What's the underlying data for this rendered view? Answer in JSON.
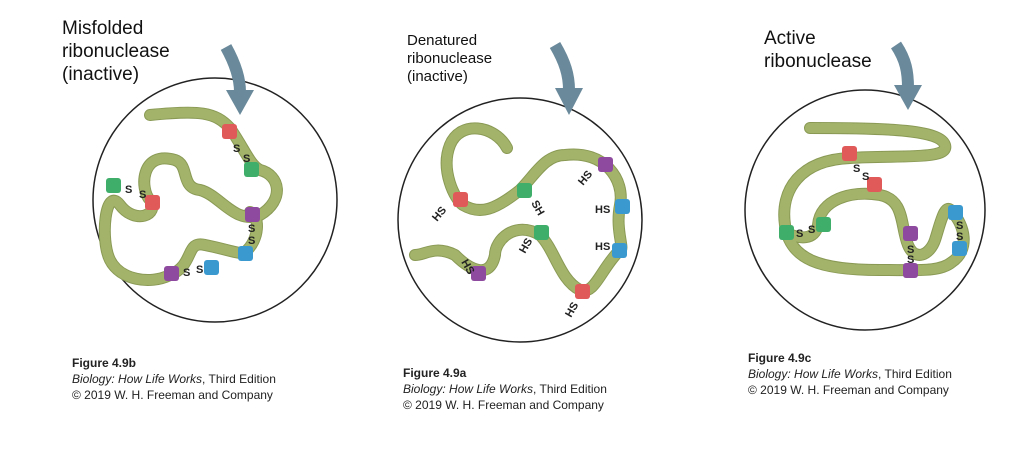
{
  "panels": [
    {
      "title": "Misfolded\nribonuclease\n(inactive)",
      "labels": [
        "S",
        "S",
        "S",
        "S",
        "S",
        "S",
        "S",
        "S"
      ],
      "figure": "Figure 4.9b",
      "book_title": "Biology: How Life Works",
      "book_suffix": ", Third Edition",
      "publisher": "© 2019 W. H. Freeman and Company"
    },
    {
      "title": "Denatured\nribonuclease\n(inactive)",
      "labels": [
        "HS",
        "SH",
        "HS",
        "HS",
        "HS",
        "HS",
        "HS",
        "HS"
      ],
      "figure": "Figure 4.9a",
      "book_title": "Biology: How Life Works",
      "book_suffix": ", Third Edition",
      "publisher": "© 2019 W. H. Freeman and Company"
    },
    {
      "title": "Active\nribonuclease",
      "labels": [
        "S",
        "S",
        "S",
        "S",
        "S",
        "S",
        "S",
        "S"
      ],
      "figure": "Figure 4.9c",
      "book_title": "Biology: How Life Works",
      "book_suffix": ", Third Edition",
      "publisher": "© 2019 W. H. Freeman and Company"
    }
  ],
  "colors": {
    "chain": "#a3b46a",
    "chain_dark": "#8a9a55",
    "arrow": "#6a8a9b",
    "red": "#e05a5a",
    "green": "#3fae6a",
    "purple": "#8e4a9e",
    "blue": "#3a9ad0",
    "outline": "#222222"
  }
}
